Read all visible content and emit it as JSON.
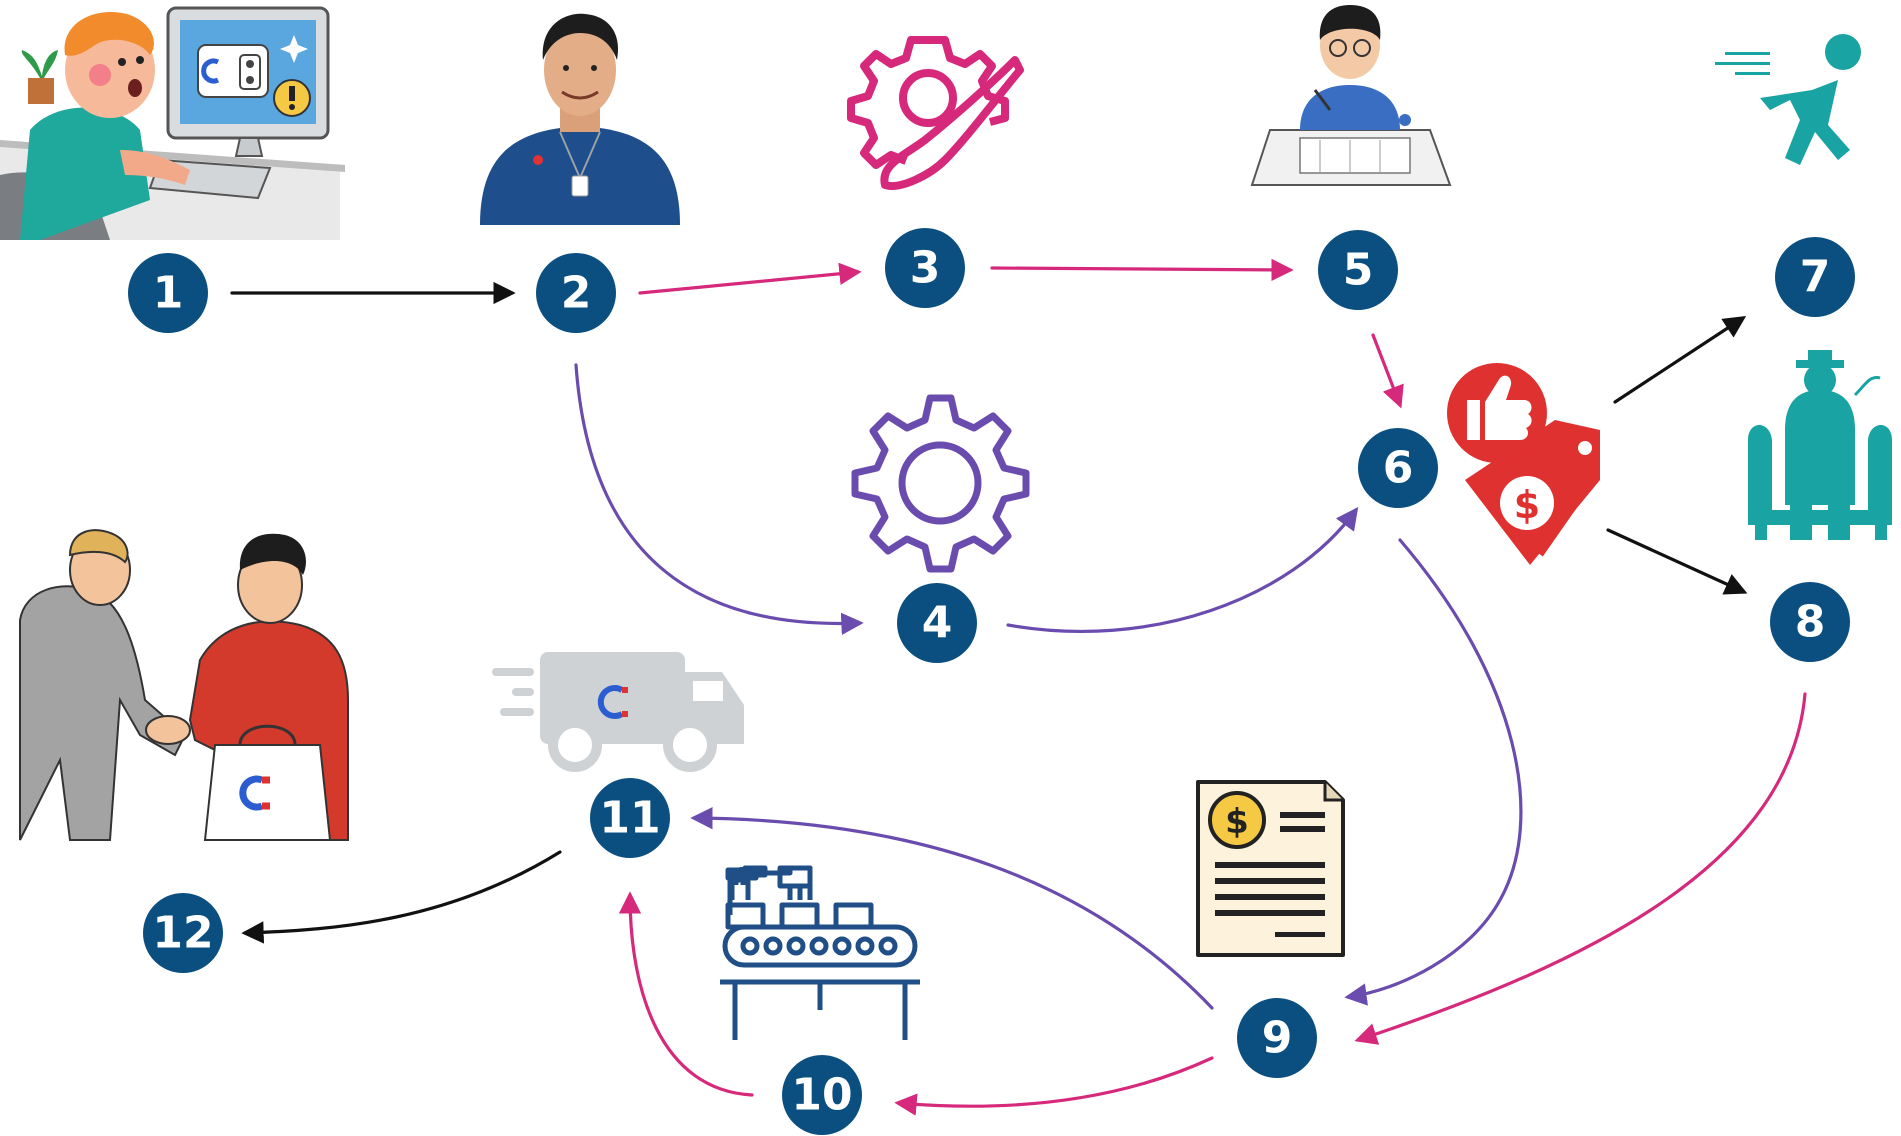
{
  "colors": {
    "node": "#0b4f80",
    "black": "#111111",
    "pink": "#d6297c",
    "purple": "#6a4cae",
    "teal": "#1aa3a3",
    "red": "#e03131",
    "gray": "#cfd2d4",
    "navy": "#1f4f86"
  },
  "nodes": [
    {
      "id": "n1",
      "label": "1"
    },
    {
      "id": "n2",
      "label": "2"
    },
    {
      "id": "n3",
      "label": "3"
    },
    {
      "id": "n4",
      "label": "4"
    },
    {
      "id": "n5",
      "label": "5"
    },
    {
      "id": "n6",
      "label": "6"
    },
    {
      "id": "n7",
      "label": "7"
    },
    {
      "id": "n8",
      "label": "8"
    },
    {
      "id": "n9",
      "label": "9"
    },
    {
      "id": "n10",
      "label": "10"
    },
    {
      "id": "n11",
      "label": "11"
    },
    {
      "id": "n12",
      "label": "12"
    }
  ],
  "edges": [
    {
      "from": "1",
      "to": "2",
      "color": "black"
    },
    {
      "from": "2",
      "to": "3",
      "color": "pink"
    },
    {
      "from": "3",
      "to": "5",
      "color": "pink"
    },
    {
      "from": "5",
      "to": "6",
      "color": "pink"
    },
    {
      "from": "2",
      "to": "4",
      "color": "purple"
    },
    {
      "from": "4",
      "to": "6",
      "color": "purple"
    },
    {
      "from": "6",
      "to": "7",
      "color": "black"
    },
    {
      "from": "6",
      "to": "8",
      "color": "black"
    },
    {
      "from": "6",
      "to": "9",
      "color": "purple"
    },
    {
      "from": "8",
      "to": "9",
      "color": "pink"
    },
    {
      "from": "9",
      "to": "11",
      "color": "purple"
    },
    {
      "from": "9",
      "to": "10",
      "color": "pink"
    },
    {
      "from": "10",
      "to": "11",
      "color": "pink"
    },
    {
      "from": "11",
      "to": "12",
      "color": "black"
    }
  ],
  "icons": {
    "customer": "surprised-customer-at-computer-illustration",
    "agent": "smiling-agent-with-badge-illustration",
    "design": "gear-with-paintbrush-icon",
    "engineering": "gear-icon",
    "drafting": "designer-drawing-at-desk-illustration",
    "approval": "thumbs-up-and-price-tag-icon",
    "leave": "running-person-icon",
    "boss": "boss-in-armchair-icon",
    "invoice": "invoice-dollar-document-icon",
    "factory": "conveyor-factory-icon",
    "delivery": "delivery-truck-icon",
    "deal": "handshake-with-shopping-bag-illustration"
  }
}
